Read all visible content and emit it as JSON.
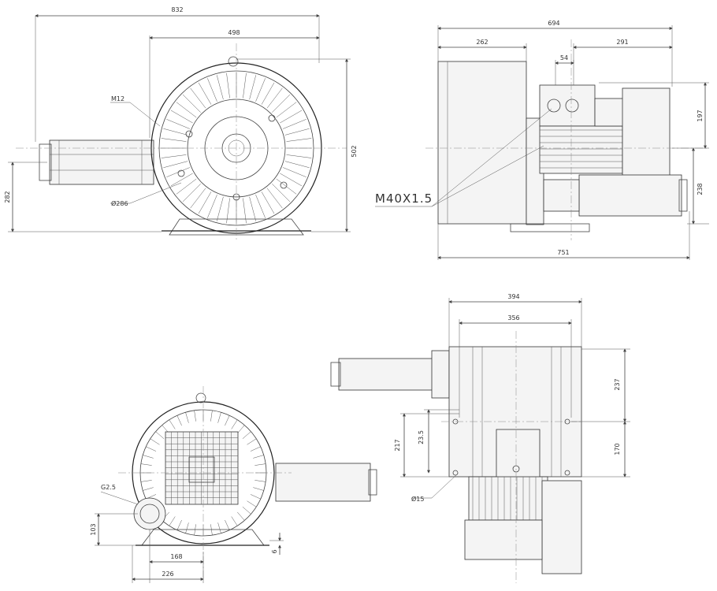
{
  "front_view": {
    "dims": [
      "832",
      "498",
      "502",
      "282",
      "M12",
      "Ø286"
    ]
  },
  "side_view": {
    "dims": [
      "694",
      "262",
      "54",
      "291",
      "197",
      "238",
      "751"
    ],
    "thread_label": "M40X1.5"
  },
  "rear_view": {
    "dims": [
      "G2.5",
      "103",
      "168",
      "226",
      "6"
    ]
  },
  "top_view": {
    "dims": [
      "394",
      "356",
      "237",
      "23.5",
      "217",
      "170",
      "Ø15"
    ]
  }
}
